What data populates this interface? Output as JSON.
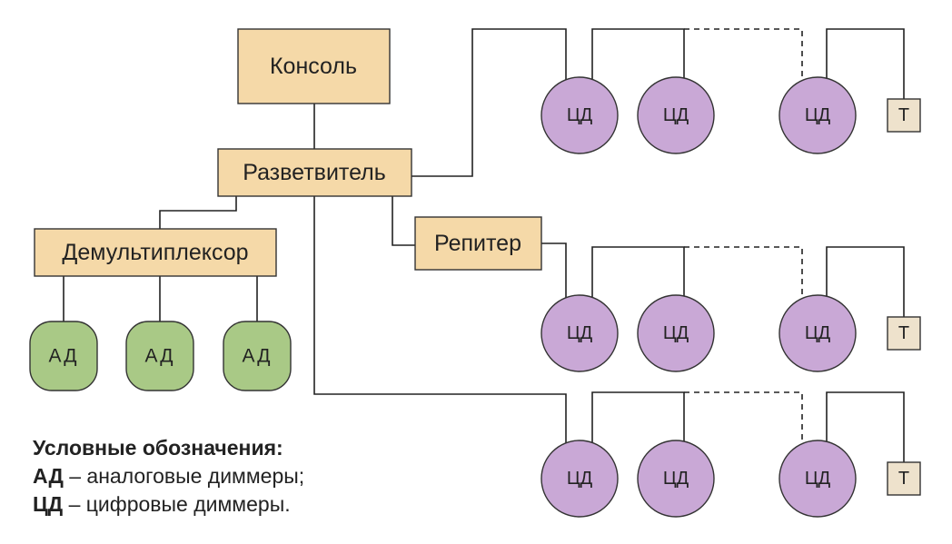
{
  "nodes": {
    "console": "Консоль",
    "splitter": "Разветвитель",
    "demux": "Демультиплексор",
    "repeater": "Репитер",
    "analog_dimmer": "АД",
    "digital_dimmer": "ЦД",
    "terminator": "Т"
  },
  "legend": {
    "title": "Условные обозначения:",
    "items": [
      {
        "abbr": "АД",
        "text": " – аналоговые диммеры;"
      },
      {
        "abbr": "ЦД",
        "text": " – цифровые диммеры."
      }
    ]
  },
  "colors": {
    "box": "#f5d9a8",
    "analog": "#a9c986",
    "digital": "#c9a8d6",
    "terminator": "#eee2cc"
  }
}
